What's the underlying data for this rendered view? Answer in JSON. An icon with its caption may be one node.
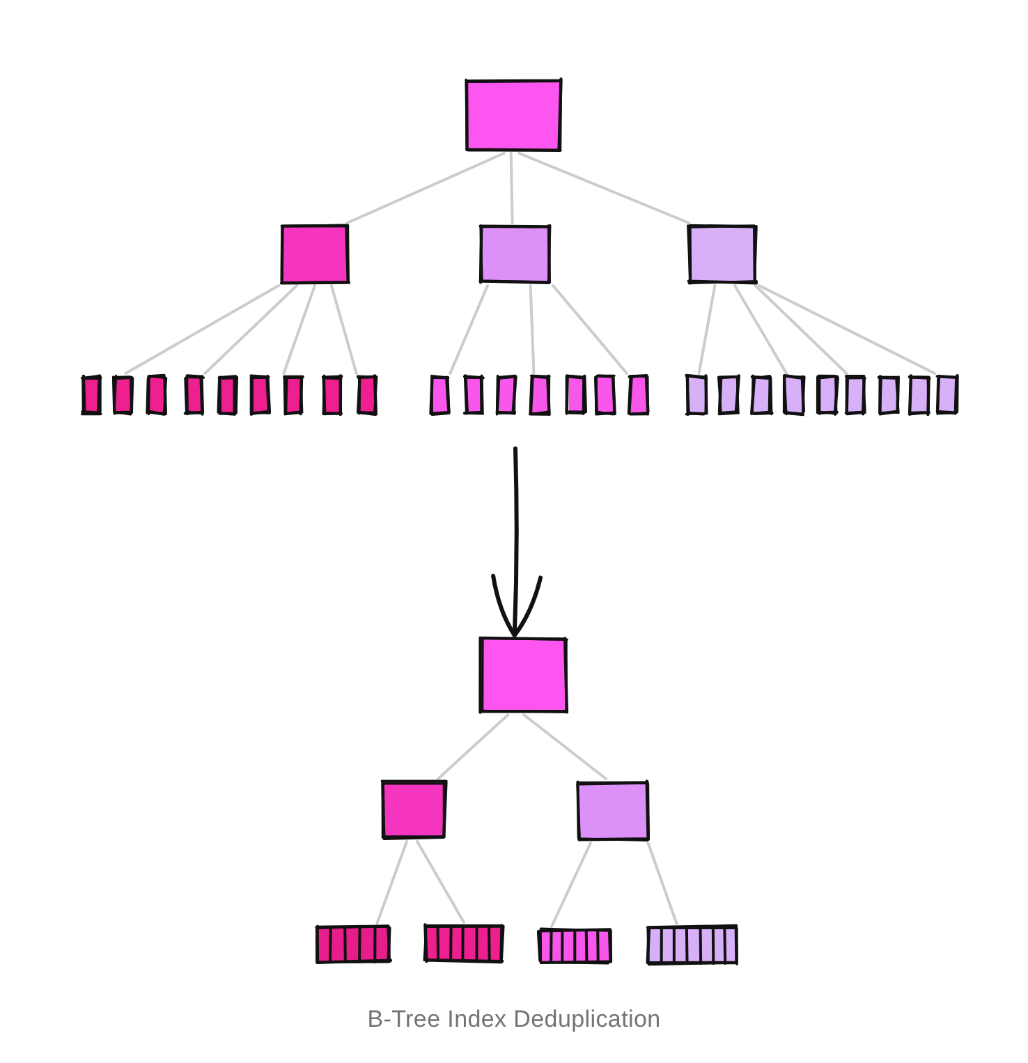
{
  "diagram": {
    "caption": "B-Tree Index Deduplication",
    "nodes": [
      {
        "text": [],
        "shape": "box"
      },
      {
        "text": [],
        "shape": "box"
      },
      {
        "text": [],
        "shape": "box"
      },
      {
        "text": [],
        "shape": "box"
      },
      {
        "text": [],
        "shape": "box"
      },
      {
        "text": [],
        "shape": "box"
      },
      {
        "text": [],
        "shape": "box"
      },
      {
        "text": [],
        "shape": "box"
      },
      {
        "text": [],
        "shape": "box"
      },
      {
        "text": [],
        "shape": "box"
      },
      {
        "text": [],
        "shape": "box"
      },
      {
        "text": [],
        "shape": "box"
      },
      {
        "text": [],
        "shape": "box"
      },
      {
        "text": [],
        "shape": "box"
      },
      {
        "text": [],
        "shape": "box"
      },
      {
        "text": [],
        "shape": "box"
      },
      {
        "text": [],
        "shape": "box"
      },
      {
        "text": [],
        "shape": "box"
      },
      {
        "text": [],
        "shape": "box"
      },
      {
        "text": [],
        "shape": "box"
      },
      {
        "text": [],
        "shape": "box"
      },
      {
        "text": [],
        "shape": "box"
      },
      {
        "text": [],
        "shape": "box"
      },
      {
        "text": [],
        "shape": "box"
      },
      {
        "text": [],
        "shape": "box"
      },
      {
        "text": [],
        "shape": "box"
      },
      {
        "text": [],
        "shape": "box"
      },
      {
        "text": [],
        "shape": "box"
      },
      {
        "text": [],
        "shape": "box"
      },
      {
        "text": [],
        "shape": "box"
      },
      {
        "text": [],
        "shape": "box"
      },
      {
        "text": [],
        "shape": "box"
      },
      {
        "text": [],
        "shape": "box"
      },
      {
        "text": [],
        "shape": "box"
      },
      {
        "text": [],
        "shape": "box"
      },
      {
        "text": [],
        "shape": "box"
      }
    ],
    "edges": [
      {
        "from": 0,
        "to": 1,
        "arrow": "none"
      },
      {
        "from": 0,
        "to": 2,
        "arrow": "none"
      },
      {
        "from": 0,
        "to": 3,
        "arrow": "none"
      },
      {
        "from": 1,
        "to": 5,
        "arrow": "none"
      },
      {
        "from": 1,
        "to": 7,
        "arrow": "none"
      },
      {
        "from": 1,
        "to": 10,
        "arrow": "none"
      },
      {
        "from": 1,
        "to": 12,
        "arrow": "none"
      },
      {
        "from": 2,
        "to": 13,
        "arrow": "none"
      },
      {
        "from": 2,
        "to": 16,
        "arrow": "none"
      },
      {
        "from": 2,
        "to": 19,
        "arrow": "none"
      },
      {
        "from": 3,
        "to": 20,
        "arrow": "none"
      },
      {
        "from": 3,
        "to": 23,
        "arrow": "none"
      },
      {
        "from": 3,
        "to": 25,
        "arrow": "none"
      },
      {
        "from": 3,
        "to": 28,
        "arrow": "none"
      },
      {
        "from": null,
        "to": 29,
        "arrow": "to",
        "color": "#111111"
      },
      {
        "from": 29,
        "to": 30,
        "arrow": "none"
      },
      {
        "from": 29,
        "to": 31,
        "arrow": "none"
      },
      {
        "from": 30,
        "to": 32,
        "arrow": "none"
      },
      {
        "from": 30,
        "to": 33,
        "arrow": "none"
      },
      {
        "from": 31,
        "to": 34,
        "arrow": "none"
      },
      {
        "from": 31,
        "to": 35,
        "arrow": "none"
      }
    ]
  }
}
